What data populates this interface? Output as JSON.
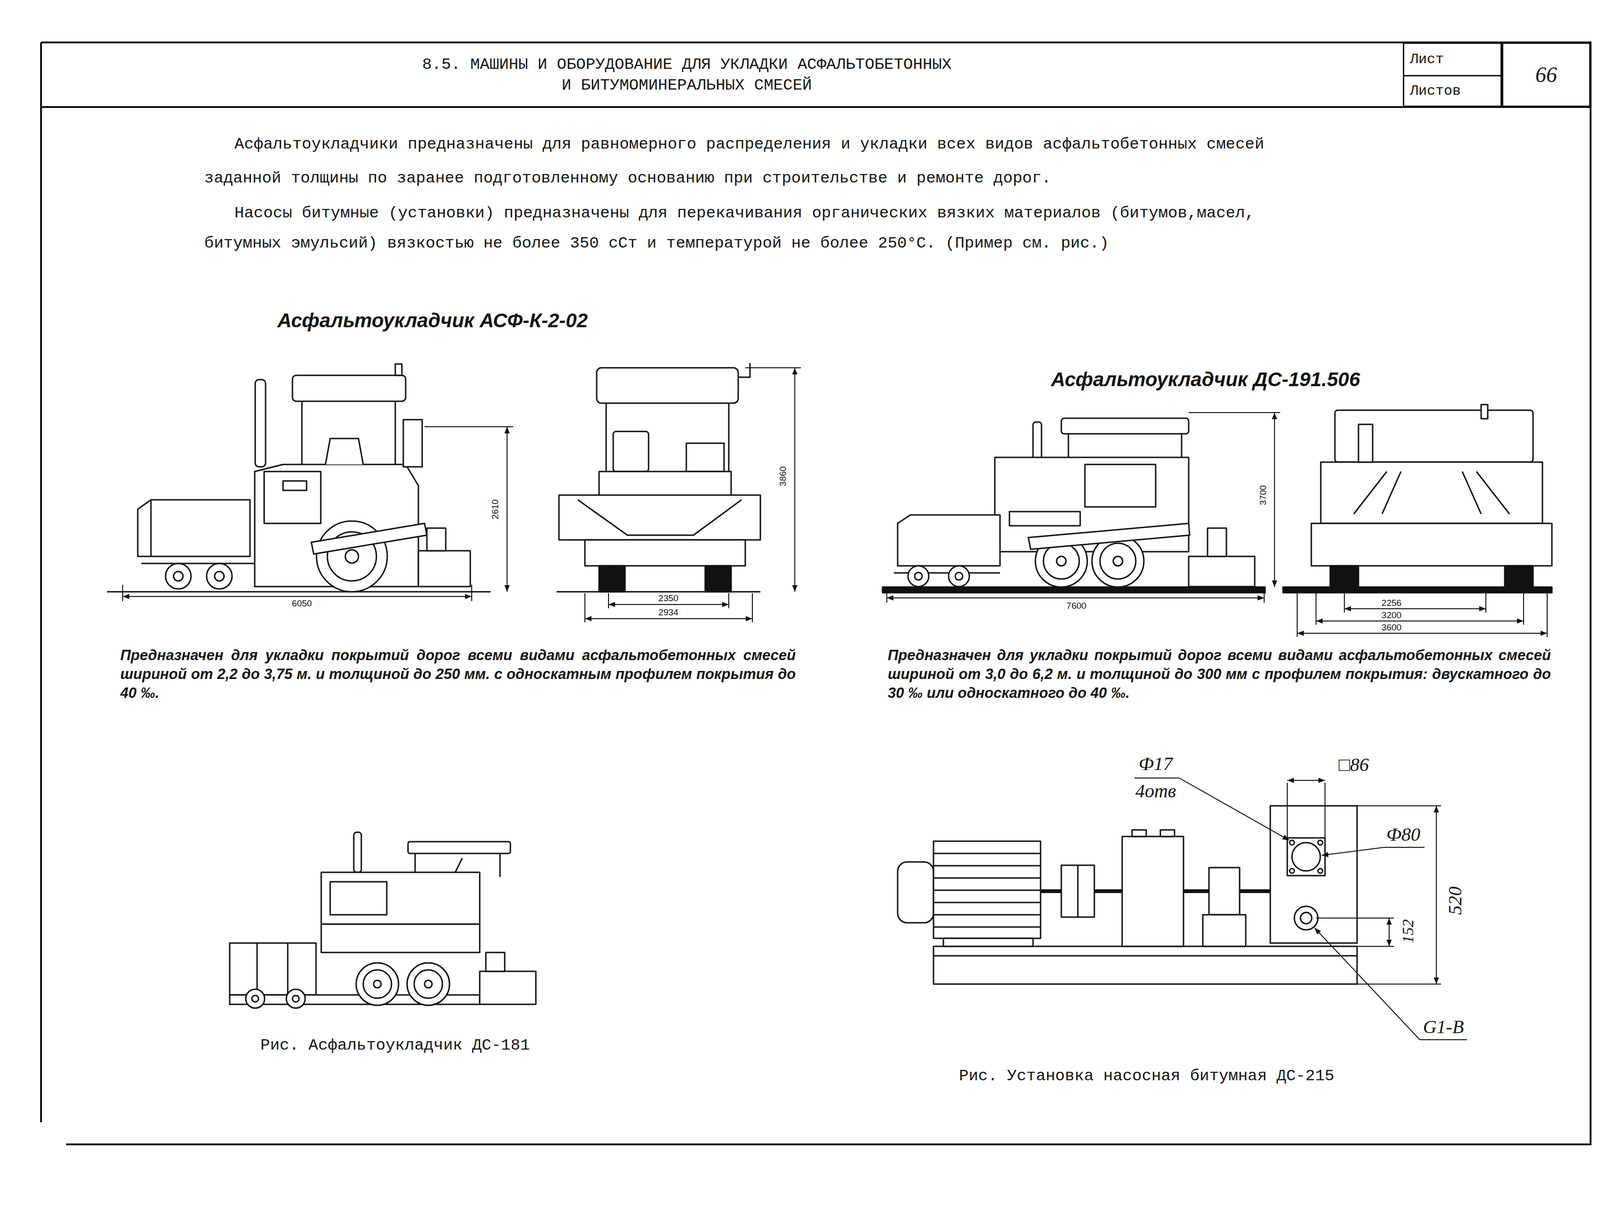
{
  "diagram": {
    "title": "8.5. МАШИНЫ И ОБОРУДОВАНИЕ ДЛЯ УКЛАДКИ АСФАЛЬТОБЕТОННЫХ И БИТУМОМИНЕРАЛЬНЫХ СМЕСЕЙ",
    "nodes": [
      {
        "text": [
          "Лист"
        ]
      },
      {
        "text": [
          "66"
        ]
      },
      {
        "text": [
          "Листов"
        ]
      }
    ],
    "labels": [
      "Асфальтоукладчики предназначены для равномерного распределения и укладки всех видов асфальтобетонных смесей заданной толщины по заранее подготовленному основанию при строительстве и ремонте дорог.",
      "Насосы битумные (установки) предназначены для перекачивания органических вязких материалов (битумов,масел, битумных эмульсий) вязкостью не более 350 сСт и температурой не более 250°С. (Пример см. рис.)",
      "Асфальтоукладчик АСФ-К-2-02",
      "2610",
      "3860",
      "6050",
      "2350",
      "2934",
      "Предназначен для укладки покрытий дорог всеми видами асфальтобетонных смесей шириной от 2,2 до 3,75 м. и толщиной до 250 мм. с односкатным профилем покрытия до 40 ‰.",
      "Асфальтоукладчик ДС-191.506",
      "3700",
      "7600",
      "2256",
      "3200",
      "3600",
      "Предназначен для укладки покрытий дорог всеми видами асфальтобетонных смесей шириной от 3,0 до 6,2 м. и толщиной до 300 мм с профилем покрытия: двускатного до 30 ‰ или односкатного до 40 ‰.",
      "Рис. Асфальтоукладчик ДС-181",
      "Ф17",
      "4отв",
      "□86",
      "Ф80",
      "520",
      "152",
      "G1-B",
      "Рис. Установка насосная битумная ДС-215"
    ]
  }
}
